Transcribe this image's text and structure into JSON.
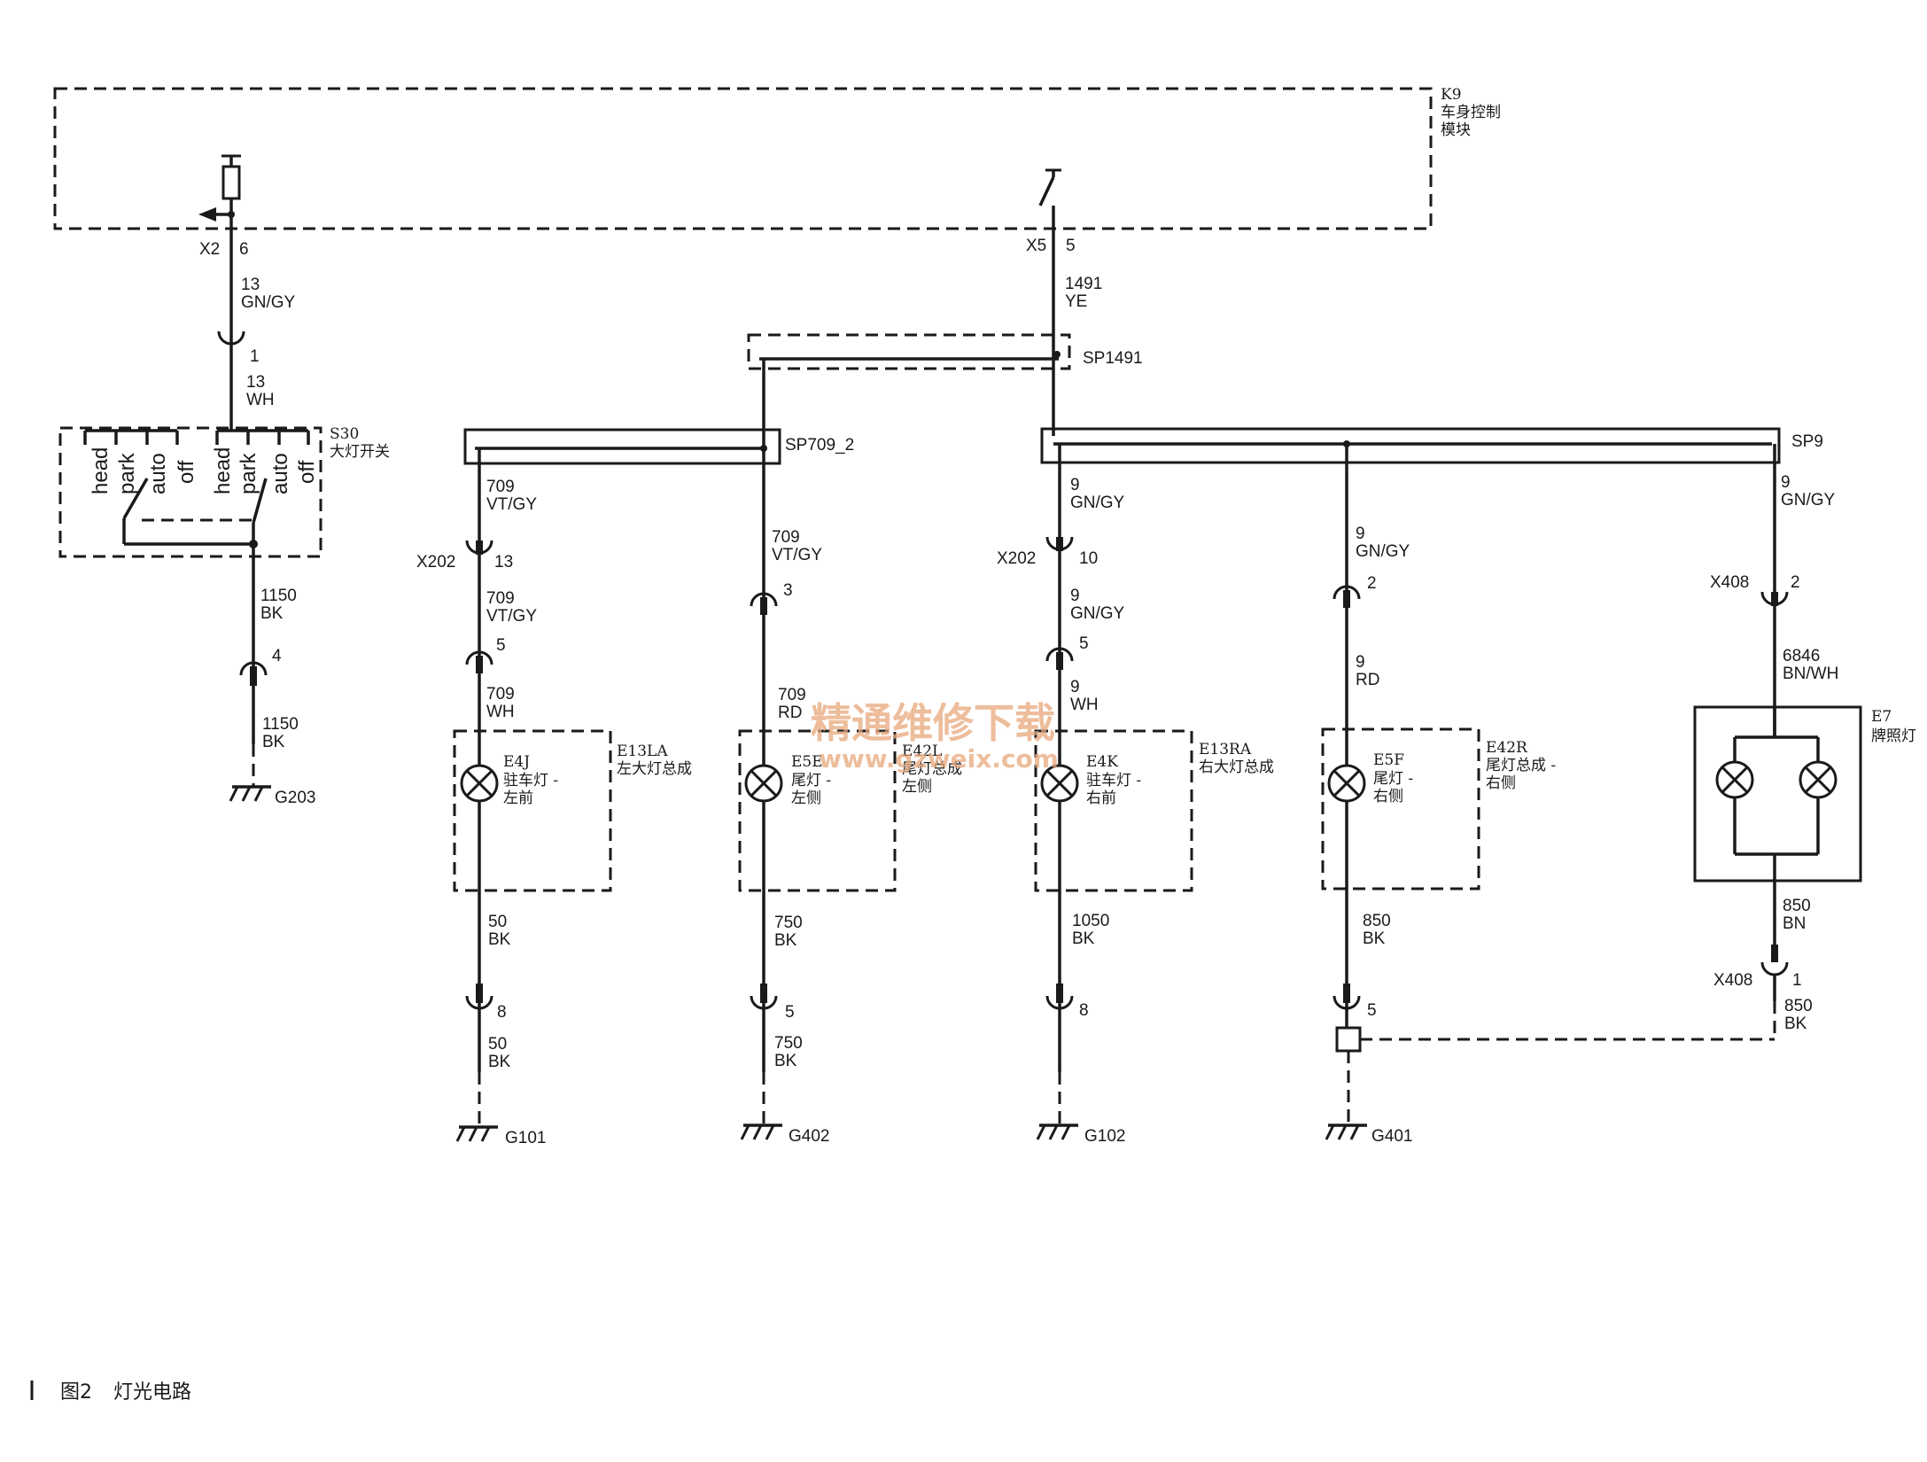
{
  "modules": {
    "k9": {
      "code": "K9",
      "line1": "车身控制",
      "line2": "模块"
    },
    "s30": {
      "code": "S30",
      "name": "大灯开关"
    },
    "e13la": {
      "code": "E13LA",
      "name": "左大灯总成"
    },
    "e42l": {
      "code": "E42L",
      "name": "尾灯总成",
      "side": "左侧"
    },
    "e13ra": {
      "code": "E13RA",
      "name": "右大灯总成"
    },
    "e42r": {
      "code": "E42R",
      "name": "尾灯总成 -",
      "side": "右侧"
    },
    "e7": {
      "code": "E7",
      "name": "牌照灯"
    }
  },
  "lamps": {
    "e4j": {
      "code": "E4J",
      "l1": "驻车灯 -",
      "l2": "左前"
    },
    "e5e": {
      "code": "E5E",
      "l1": "尾灯 -",
      "l2": "左侧"
    },
    "e4k": {
      "code": "E4K",
      "l1": "驻车灯 -",
      "l2": "右前"
    },
    "e5f": {
      "code": "E5F",
      "l1": "尾灯 -",
      "l2": "右侧"
    }
  },
  "switch_positions": [
    "head",
    "park",
    "auto",
    "off",
    "head",
    "park",
    "auto",
    "off"
  ],
  "splices": {
    "sp1491": "SP1491",
    "sp709": "SP709_2",
    "sp9": "SP9"
  },
  "connectors": {
    "x2": {
      "name": "X2",
      "pin": "6"
    },
    "x5": {
      "name": "X5",
      "pin": "5"
    },
    "s30_pin1": "1",
    "s30_pin4": "4",
    "x202_13": {
      "name": "X202",
      "pin": "13"
    },
    "c5a": "5",
    "c3": "3",
    "x202_10": {
      "name": "X202",
      "pin": "10"
    },
    "c5c": "5",
    "c2": "2",
    "x408_2": {
      "name": "X408",
      "pin": "2"
    },
    "c8a": "8",
    "c5b": "5",
    "c8c": "8",
    "c5d": "5",
    "x408_1": {
      "name": "X408",
      "pin": "1"
    }
  },
  "wires": {
    "w13a": {
      "num": "13",
      "color": "GN/GY"
    },
    "w13b": {
      "num": "13",
      "color": "WH"
    },
    "w1150a": {
      "num": "1150",
      "color": "BK"
    },
    "w1150b": {
      "num": "1150",
      "color": "BK"
    },
    "w1491": {
      "num": "1491",
      "color": "YE"
    },
    "w709a": {
      "num": "709",
      "color": "VT/GY"
    },
    "w709b": {
      "num": "709",
      "color": "VT/GY"
    },
    "w709c": {
      "num": "709",
      "color": "WH"
    },
    "w709d": {
      "num": "709",
      "color": "VT/GY"
    },
    "w709e": {
      "num": "709",
      "color": "RD"
    },
    "w9a": {
      "num": "9",
      "color": "GN/GY"
    },
    "w9b": {
      "num": "9",
      "color": "GN/GY"
    },
    "w9c": {
      "num": "9",
      "color": "WH"
    },
    "w9d": {
      "num": "9",
      "color": "GN/GY"
    },
    "w9e": {
      "num": "9",
      "color": "RD"
    },
    "w9f": {
      "num": "9",
      "color": "GN/GY"
    },
    "w6846": {
      "num": "6846",
      "color": "BN/WH"
    },
    "w50a": {
      "num": "50",
      "color": "BK"
    },
    "w50b": {
      "num": "50",
      "color": "BK"
    },
    "w750a": {
      "num": "750",
      "color": "BK"
    },
    "w750b": {
      "num": "750",
      "color": "BK"
    },
    "w1050": {
      "num": "1050",
      "color": "BK"
    },
    "w850a": {
      "num": "850",
      "color": "BK"
    },
    "w850b": {
      "num": "850",
      "color": "BN"
    },
    "w850c": {
      "num": "850",
      "color": "BK"
    }
  },
  "grounds": {
    "g203": "G203",
    "g101": "G101",
    "g402": "G402",
    "g102": "G102",
    "g401": "G401"
  },
  "watermark": {
    "line1": "精通维修下载",
    "line2": "www.gzweix.com"
  },
  "caption": {
    "fig": "图2",
    "title": "灯光电路"
  }
}
